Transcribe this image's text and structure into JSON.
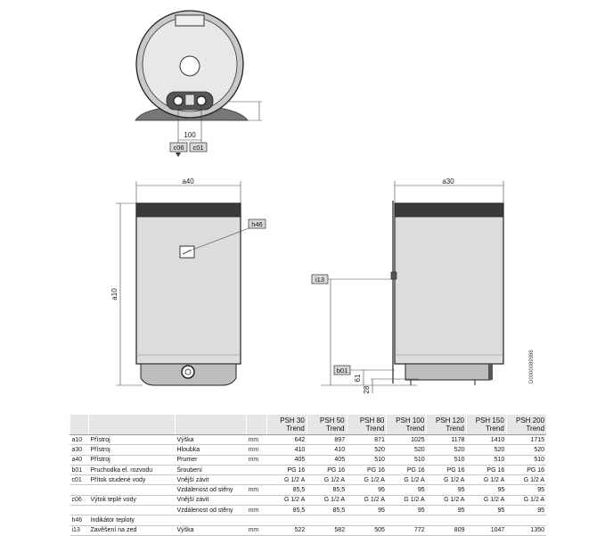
{
  "drawing": {
    "top_view": {
      "dim_100": "100",
      "tag_c06": "c06",
      "tag_c01": "c01"
    },
    "front_view": {
      "dim_a40": "a40",
      "dim_a10": "a10",
      "tag_h46": "h46"
    },
    "side_view": {
      "dim_a30": "a30",
      "tag_i13": "i13",
      "tag_b01": "b01",
      "dim_61": "61",
      "dim_28": "28",
      "drawing_code": "D0000089986"
    }
  },
  "table": {
    "models": [
      {
        "line1": "PSH 30",
        "line2": "Trend"
      },
      {
        "line1": "PSH 50",
        "line2": "Trend"
      },
      {
        "line1": "PSH 80",
        "line2": "Trend"
      },
      {
        "line1": "PSH 100",
        "line2": "Trend"
      },
      {
        "line1": "PSH 120",
        "line2": "Trend"
      },
      {
        "line1": "PSH 150",
        "line2": "Trend"
      },
      {
        "line1": "PSH 200",
        "line2": "Trend"
      }
    ],
    "rows": [
      {
        "code": "a10",
        "item": "Přístroj",
        "param": "Výška",
        "unit": "mm",
        "values": [
          "642",
          "897",
          "871",
          "1025",
          "1178",
          "1410",
          "1715"
        ]
      },
      {
        "code": "a30",
        "item": "Přístroj",
        "param": "Hloubka",
        "unit": "mm",
        "values": [
          "410",
          "410",
          "520",
          "520",
          "520",
          "520",
          "520"
        ]
      },
      {
        "code": "a40",
        "item": "Přístroj",
        "param": "Prumer",
        "unit": "mm",
        "values": [
          "405",
          "405",
          "510",
          "510",
          "510",
          "510",
          "510"
        ]
      },
      {
        "code": "b01",
        "item": "Pruchodka el. rozvodu",
        "param": "Šroubení",
        "unit": "",
        "values": [
          "PG 16",
          "PG 16",
          "PG 16",
          "PG 16",
          "PG 16",
          "PG 16",
          "PG 16"
        ]
      },
      {
        "code": "c01",
        "item": "Přítok studené vody",
        "param": "Vnější závit",
        "unit": "",
        "values": [
          "G 1/2 A",
          "G 1/2 A",
          "G 1/2 A",
          "G 1/2 A",
          "G 1/2 A",
          "G 1/2 A",
          "G 1/2 A"
        ]
      },
      {
        "code": "",
        "item": "",
        "param": "Vzdálenost od stěny",
        "unit": "mm",
        "values": [
          "85,5",
          "85,5",
          "95",
          "95",
          "95",
          "95",
          "95"
        ]
      },
      {
        "code": "c06",
        "item": "Výtok teplé vody",
        "param": "Vnější závit",
        "unit": "",
        "values": [
          "G 1/2 A",
          "G 1/2 A",
          "G 1/2 A",
          "G 1/2 A",
          "G 1/2 A",
          "G 1/2 A",
          "G 1/2 A"
        ]
      },
      {
        "code": "",
        "item": "",
        "param": "Vzdálenost od stěny",
        "unit": "mm",
        "values": [
          "85,5",
          "85,5",
          "95",
          "95",
          "95",
          "95",
          "95"
        ]
      },
      {
        "code": "h46",
        "item": "Indikátor teploty",
        "param": "",
        "unit": "",
        "values": [
          "",
          "",
          "",
          "",
          "",
          "",
          ""
        ]
      },
      {
        "code": "i13",
        "item": "Zavěšení na zed",
        "param": "Výška",
        "unit": "mm",
        "values": [
          "522",
          "582",
          "505",
          "772",
          "809",
          "1047",
          "1350"
        ]
      }
    ]
  }
}
